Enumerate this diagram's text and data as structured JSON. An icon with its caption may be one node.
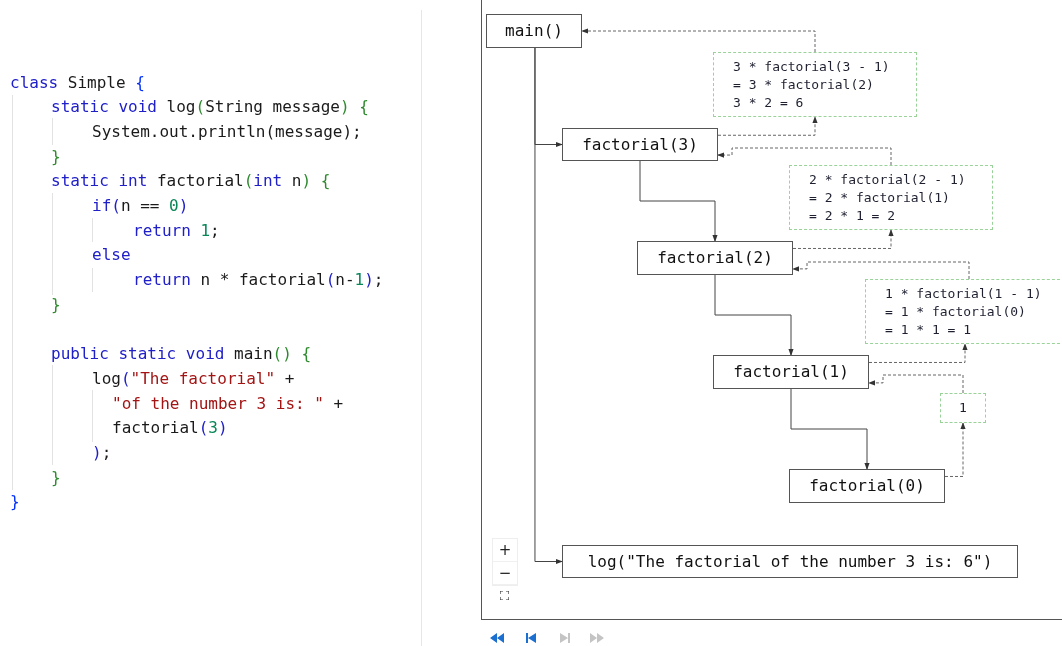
{
  "diagram": {
    "nodes": [
      {
        "text": [
          "main()"
        ]
      },
      {
        "text": [
          "3 * factorial(3 - 1)",
          "= 3 * factorial(2)",
          "3 * 2 = 6"
        ]
      },
      {
        "text": [
          "factorial(3)"
        ]
      },
      {
        "text": [
          "2 * factorial(2 - 1)",
          "= 2 * factorial(1)",
          "= 2 * 1 = 2"
        ]
      },
      {
        "text": [
          "factorial(2)"
        ]
      },
      {
        "text": [
          "1 * factorial(1 - 1)",
          "= 1 * factorial(0)",
          "= 1 * 1 = 1"
        ]
      },
      {
        "text": [
          "factorial(1)"
        ]
      },
      {
        "text": [
          "1"
        ]
      },
      {
        "text": [
          "factorial(0)"
        ]
      },
      {
        "text": [
          "log(\"The factorial of the number 3 is: 6\")"
        ]
      }
    ],
    "edges": [
      {
        "from": 0,
        "to": 2,
        "arrow": "to"
      },
      {
        "from": 0,
        "to": 9,
        "arrow": "to"
      },
      {
        "from": 2,
        "to": 4,
        "arrow": "to"
      },
      {
        "from": 4,
        "to": 6,
        "arrow": "to"
      },
      {
        "from": 6,
        "to": 8,
        "arrow": "to"
      },
      {
        "from": 1,
        "to": 0,
        "arrow": "to",
        "style": "dashed"
      },
      {
        "from": 2,
        "to": 1,
        "arrow": "to",
        "style": "dashed"
      },
      {
        "from": 3,
        "to": 2,
        "arrow": "to",
        "style": "dashed"
      },
      {
        "from": 4,
        "to": 3,
        "arrow": "to",
        "style": "dashed"
      },
      {
        "from": 5,
        "to": 4,
        "arrow": "to",
        "style": "dashed"
      },
      {
        "from": 6,
        "to": 5,
        "arrow": "to",
        "style": "dashed"
      },
      {
        "from": 7,
        "to": 6,
        "arrow": "to",
        "style": "dashed"
      },
      {
        "from": 8,
        "to": 7,
        "arrow": "to",
        "style": "dashed"
      }
    ],
    "labels": [
      "class Simple {",
      "static void log(String message) {",
      "System.out.println(message);",
      "}",
      "static int factorial(int n) {",
      "if(n == 0)",
      "return 1;",
      "else",
      "return n * factorial(n-1);",
      "}",
      "public static void main() {",
      "log(\"The factorial\" +",
      "\"of the number 3 is: \" +",
      "factorial(3)",
      ");",
      "}",
      "}",
      "+",
      "−"
    ]
  }
}
